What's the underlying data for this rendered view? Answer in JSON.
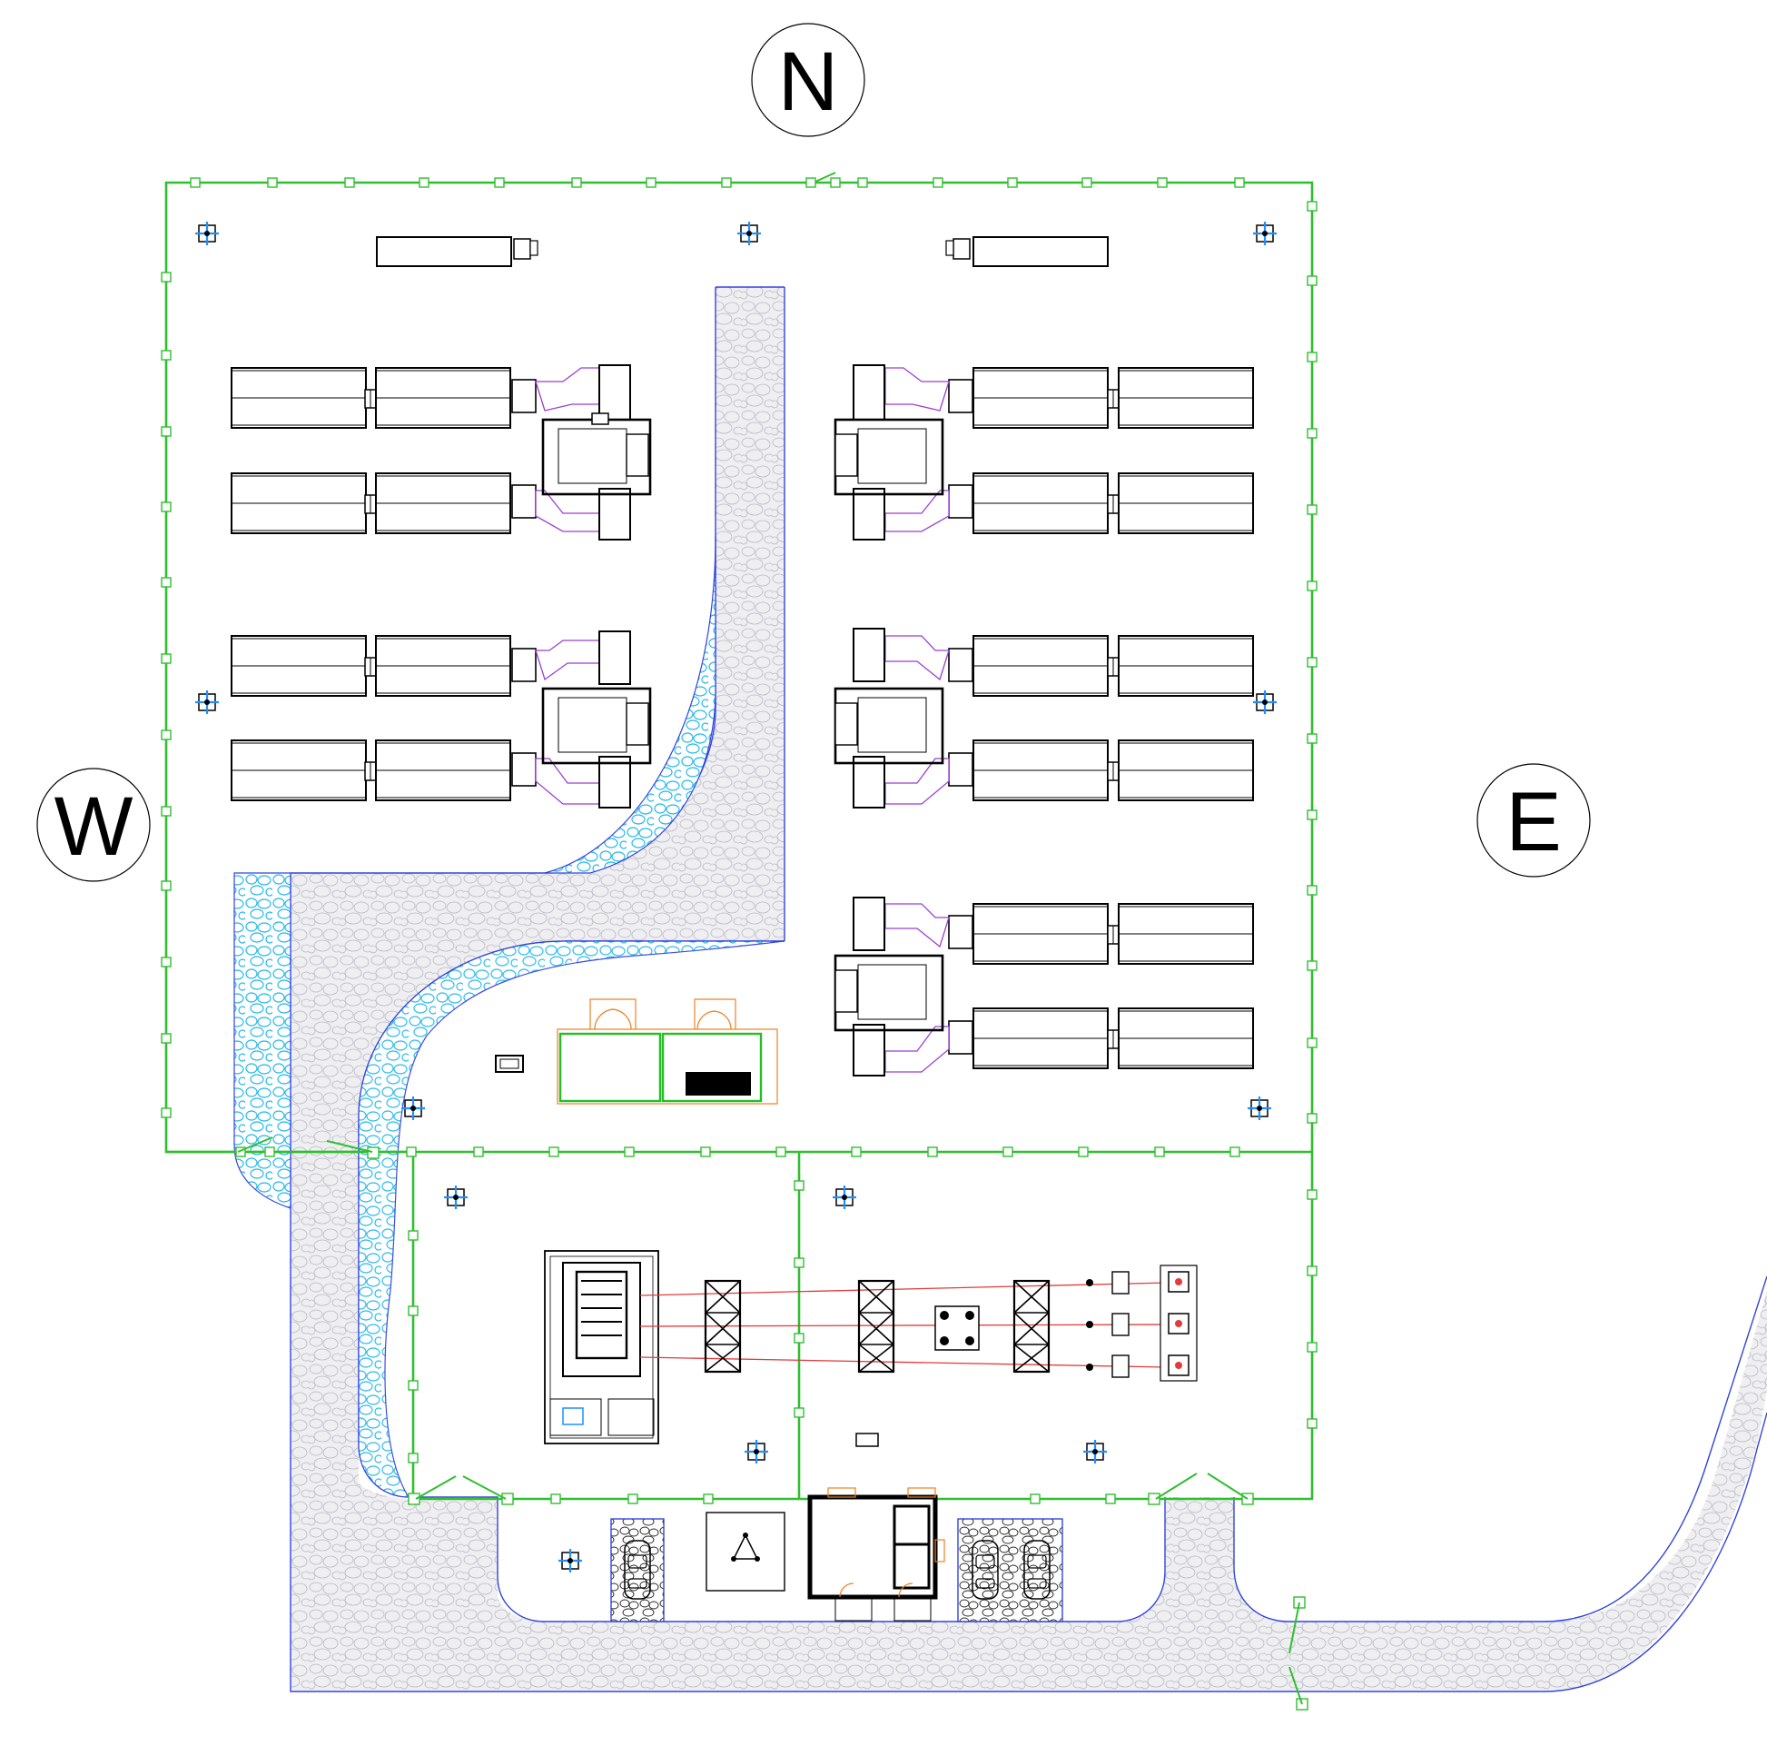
{
  "compass": {
    "north": "N",
    "west": "W",
    "east": "E"
  },
  "colors": {
    "fence": "#2fbf2f",
    "road_edge": "#3344dd",
    "gravel_fill": "#e6e6ea",
    "water_fill": "#9fe6ff",
    "hvac_duct": "#9a3fd0",
    "power_line": "#e23b3b",
    "doors": "#f08020",
    "light_pole": "#1e90ff",
    "equipment": "#000000"
  },
  "icons": [
    "compass-north-icon",
    "compass-west-icon",
    "compass-east-icon",
    "light-pole-icon",
    "car-icon",
    "transformer-icon",
    "gate-icon",
    "fence-post-icon"
  ]
}
